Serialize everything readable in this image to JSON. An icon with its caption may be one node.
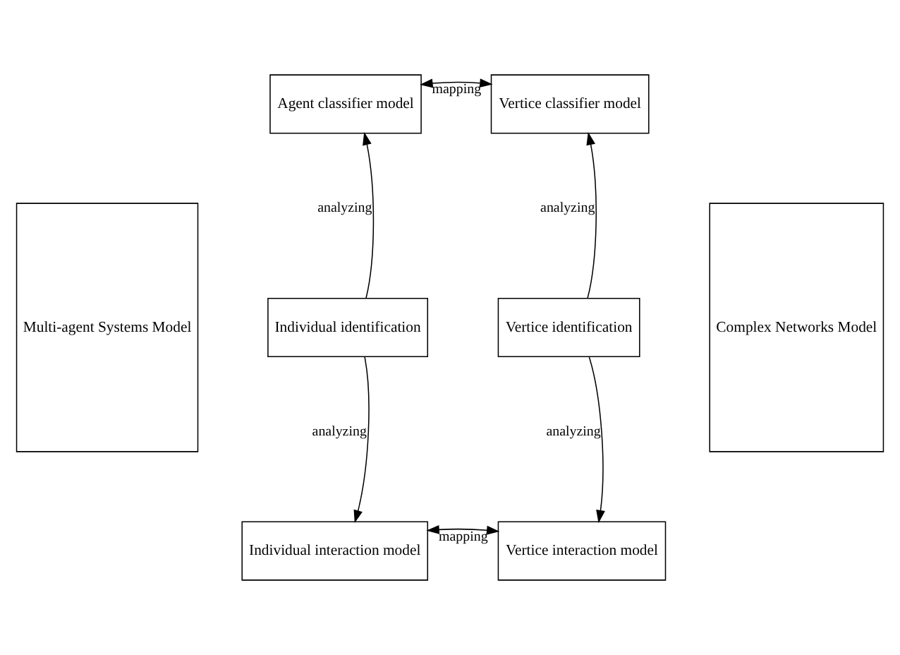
{
  "diagram": {
    "nodes": [
      {
        "text": [
          "Multi-agent Systems Model"
        ]
      },
      {
        "text": [
          "Agent classifier model"
        ]
      },
      {
        "text": [
          "Vertice classifier model"
        ]
      },
      {
        "text": [
          "Individual identification"
        ]
      },
      {
        "text": [
          "Vertice identification"
        ]
      },
      {
        "text": [
          "Individual interaction model"
        ]
      },
      {
        "text": [
          "Vertice interaction model"
        ]
      },
      {
        "text": [
          "Complex Networks Model"
        ]
      }
    ],
    "edges": [
      {
        "from": 1,
        "to": 2,
        "arrow": "both",
        "label": "mapping"
      },
      {
        "from": 3,
        "to": 1,
        "arrow": "to",
        "label": "analyzing"
      },
      {
        "from": 4,
        "to": 2,
        "arrow": "to",
        "label": "analyzing"
      },
      {
        "from": 3,
        "to": 5,
        "arrow": "to",
        "label": "analyzing"
      },
      {
        "from": 4,
        "to": 6,
        "arrow": "to",
        "label": "analyzing"
      },
      {
        "from": 5,
        "to": 6,
        "arrow": "both",
        "label": "mapping"
      }
    ]
  }
}
